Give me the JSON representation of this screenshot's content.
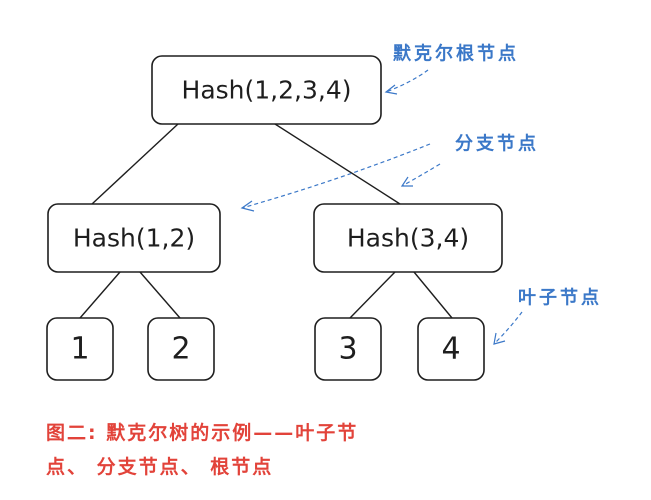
{
  "colors": {
    "ink": "#1e1e1e",
    "annotation": "#3b78c8",
    "caption": "#e2433a"
  },
  "nodes": {
    "root": "Hash(1,2,3,4)",
    "branch_left": "Hash(1,2)",
    "branch_right": "Hash(3,4)",
    "leaf_1": "1",
    "leaf_2": "2",
    "leaf_3": "3",
    "leaf_4": "4"
  },
  "annotations": {
    "root_label": "默克尔根节点",
    "branch_label": "分支节点",
    "leaf_label": "叶子节点"
  },
  "caption": {
    "line1": "图二: 默克尔树的示例——叶子节",
    "line2": "点、 分支节点、 根节点"
  }
}
